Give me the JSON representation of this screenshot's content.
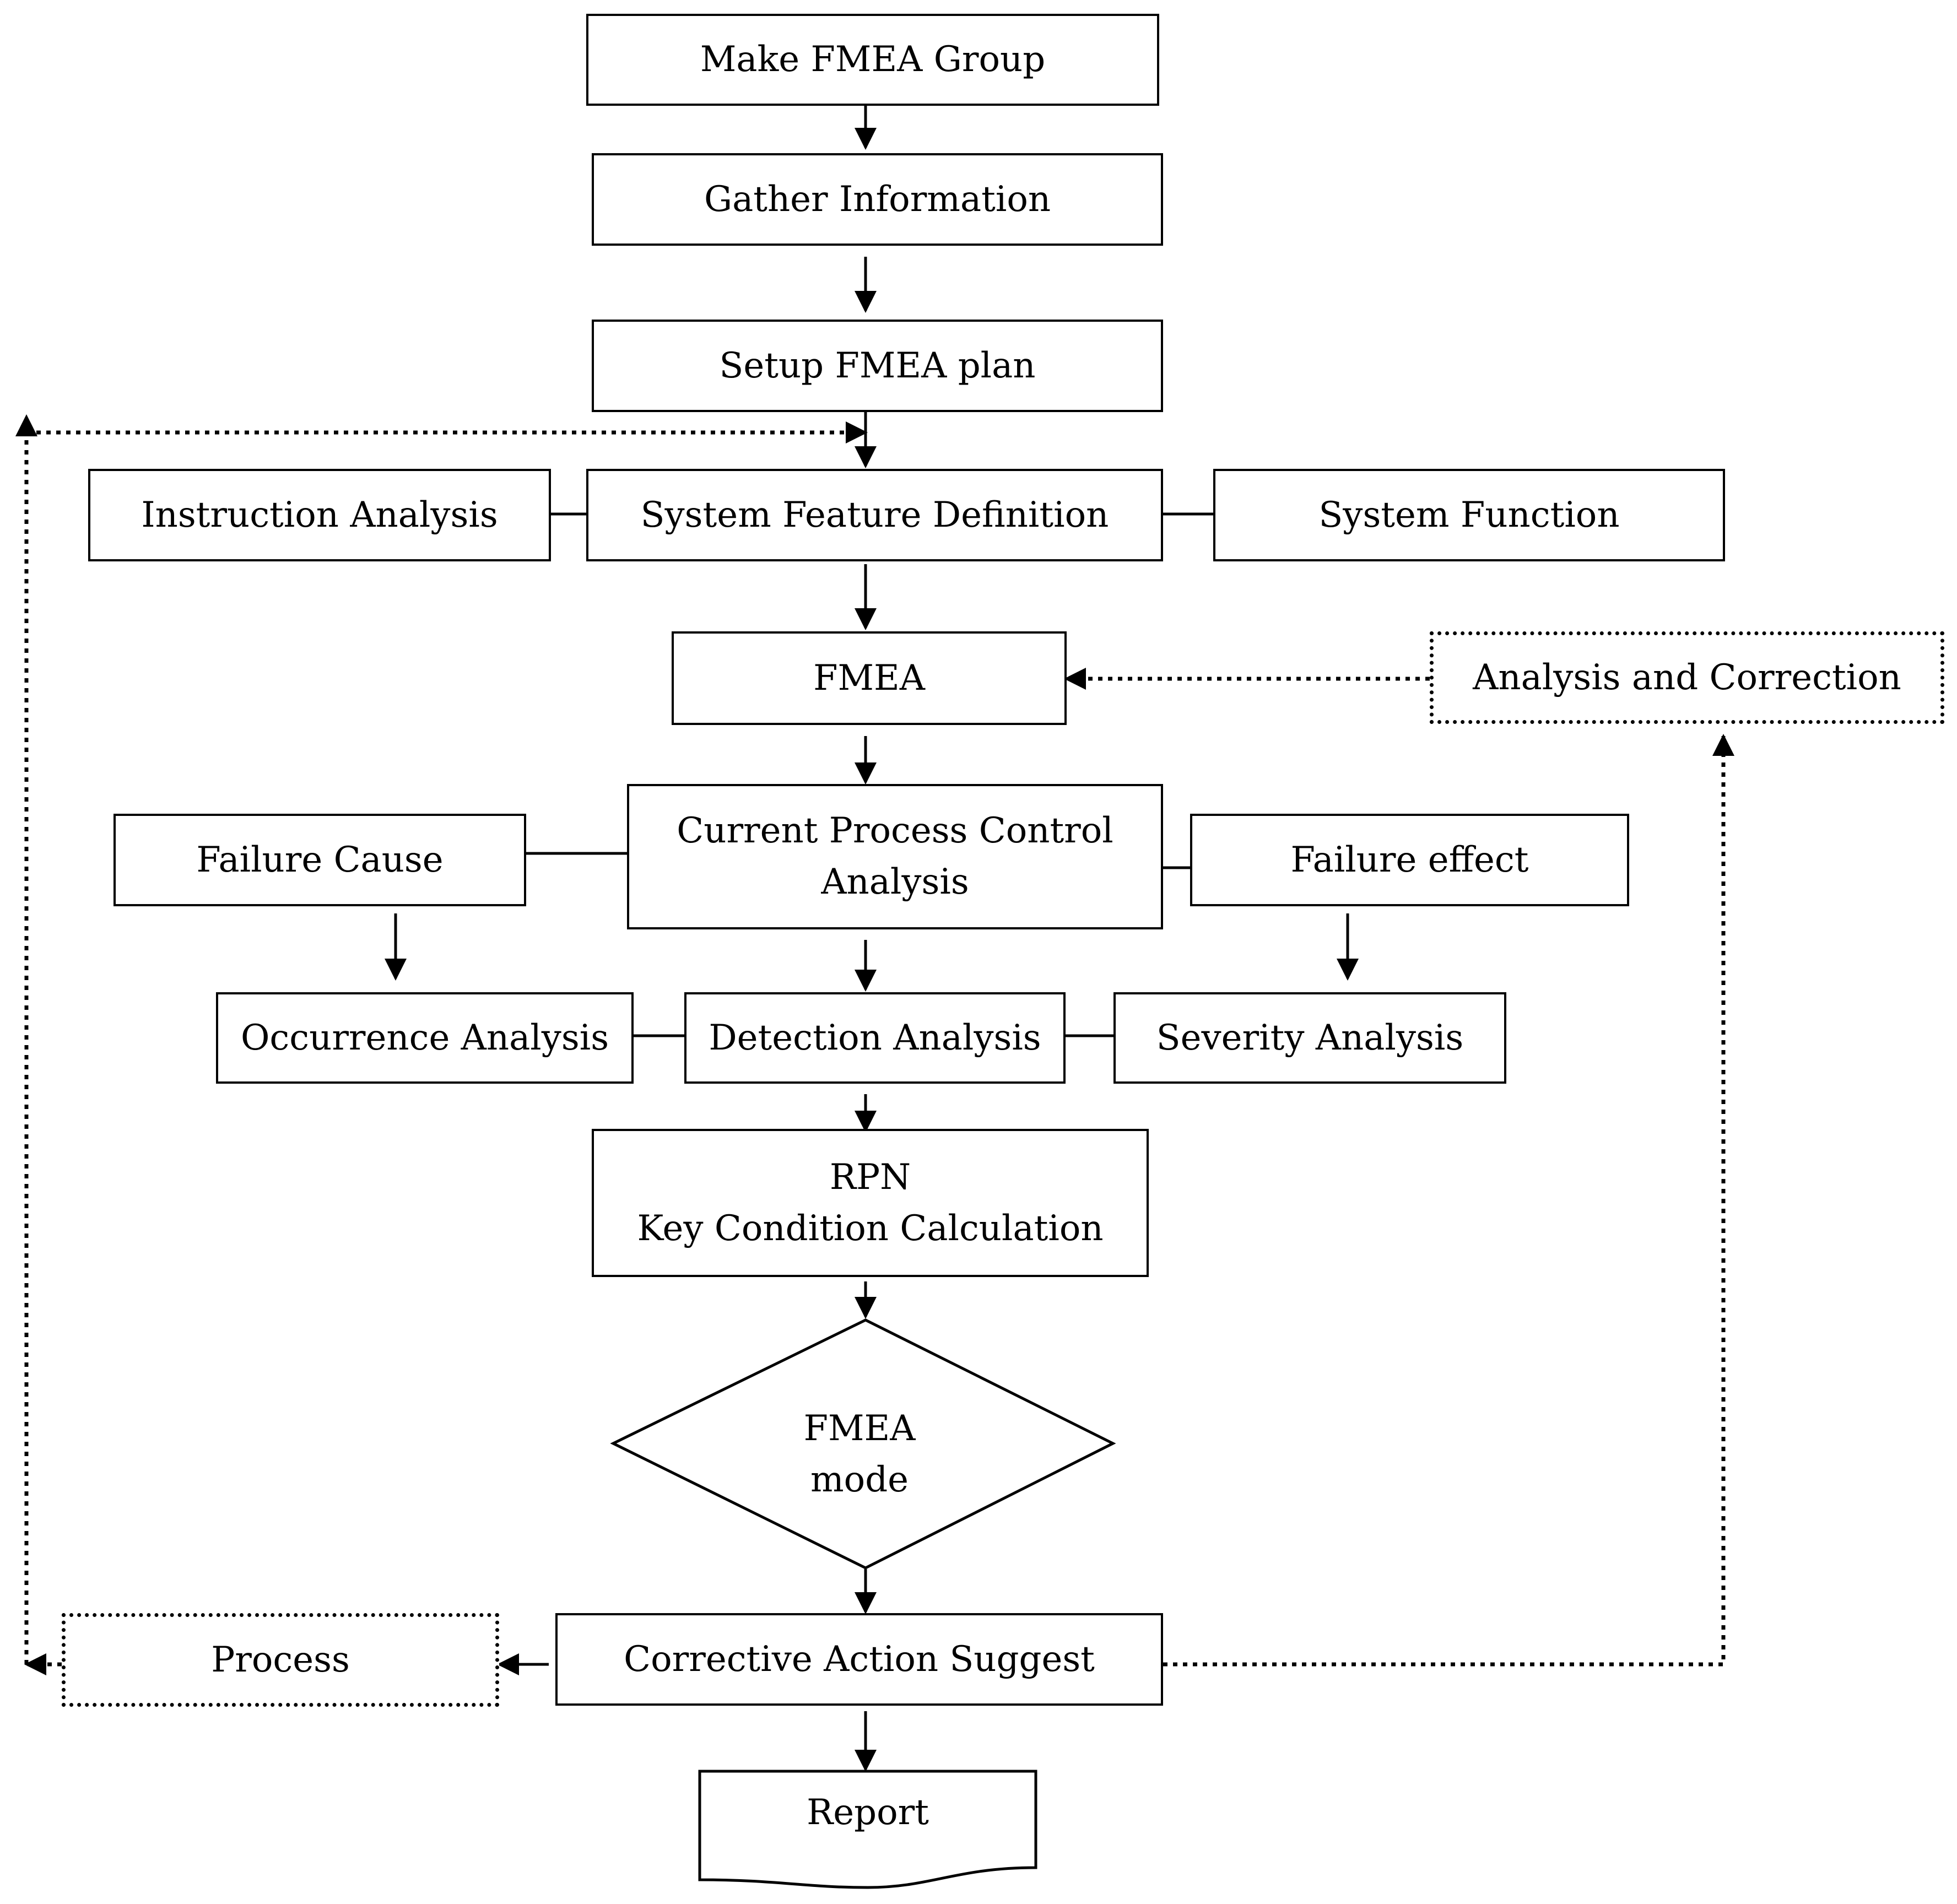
{
  "nodes": {
    "make_fmea_group": "Make FMEA  Group",
    "gather_information": "Gather Information",
    "setup_fmea_plan": "Setup FMEA  plan",
    "instruction_analysis": "Instruction Analysis",
    "system_feature_definition": "System Feature Definition",
    "system_function": "System Function",
    "fmea": "FMEA",
    "analysis_and_correction": "Analysis and Correction",
    "failure_cause": "Failure Cause",
    "current_process_control_analysis": "Current Process Control\nAnalysis",
    "failure_effect": "Failure effect",
    "occurrence_analysis": "Occurrence Analysis",
    "detection_analysis": "Detection Analysis",
    "severity_analysis": "Severity Analysis",
    "rpn_key_condition_calculation": "RPN\nKey Condition Calculation",
    "fmea_mode": "FMEA\nmode",
    "process": "Process",
    "corrective_action_suggest": "Corrective  Action Suggest",
    "report": "Report"
  }
}
